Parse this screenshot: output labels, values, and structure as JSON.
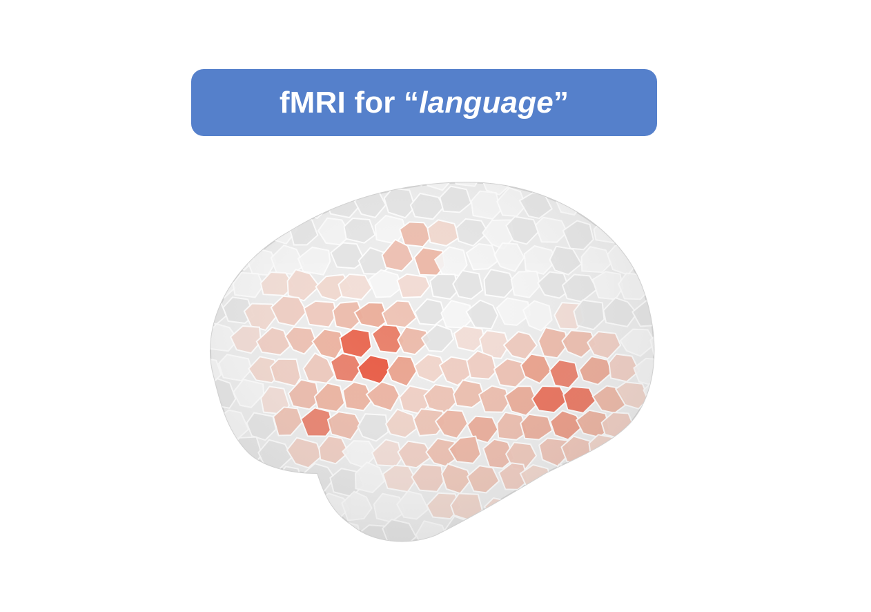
{
  "title": {
    "prefix": "fMRI for “",
    "emphasis": "language",
    "suffix": "”"
  },
  "colors": {
    "banner": "#5580cb",
    "banner_text": "#ffffff",
    "activation_low": "#f4e4de",
    "activation_mid": "#eaa58f",
    "activation_high": "#e8452c",
    "activation_peak": "#dc2a1c",
    "inactive_parcel": "#e2e2e2"
  },
  "figure": {
    "subject": "lateral-view-brain-parcellation",
    "activation_regions": [
      {
        "name": "inferior-frontal-activation",
        "level": 1.0
      },
      {
        "name": "precentral-activation",
        "level": 0.55
      },
      {
        "name": "temporal-activation",
        "level": 0.85
      },
      {
        "name": "orbitofrontal-activation",
        "level": 0.7
      }
    ]
  }
}
